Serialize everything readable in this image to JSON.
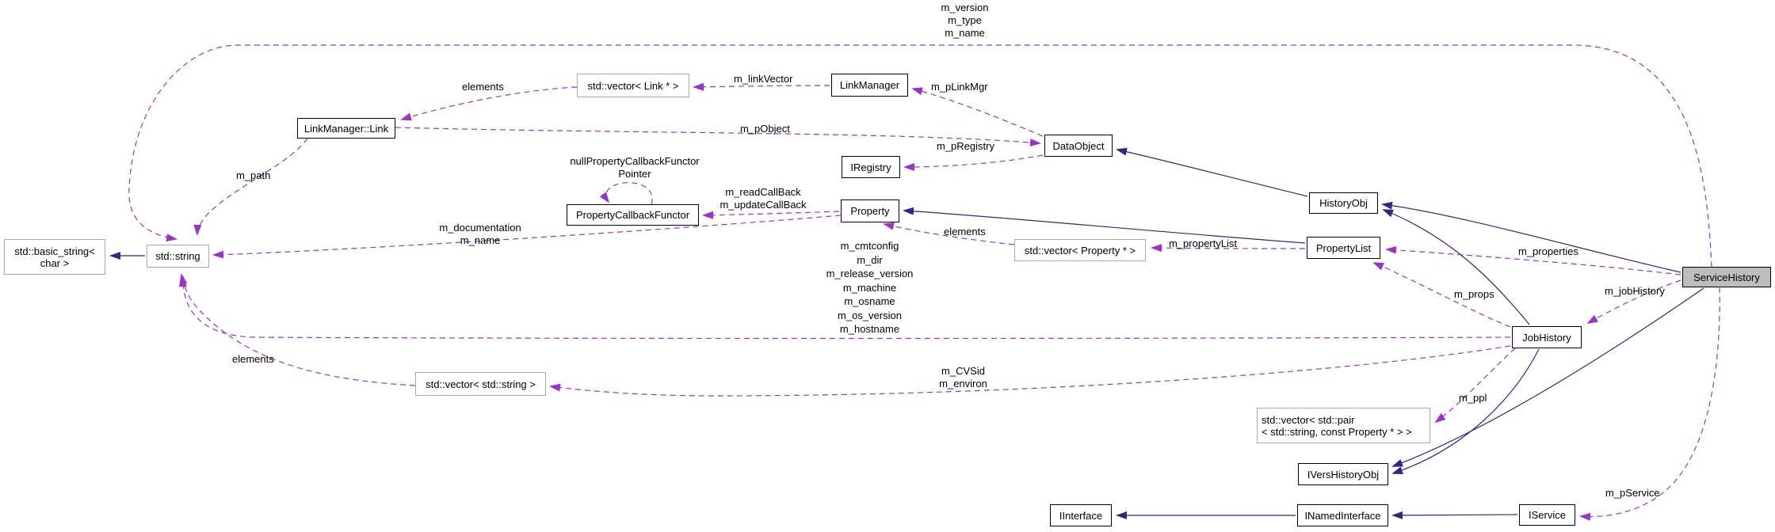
{
  "diagram": {
    "type": "doxygen-collaboration-graph",
    "focus": "ServiceHistory",
    "colors": {
      "usage_edge": "#9a32cd",
      "inheritance_edge": "#2a2a84",
      "focus_fill": "#bdbdbd",
      "template_border": "#a9a9a9",
      "node_border": "#000000"
    },
    "nodes": {
      "basic_string": {
        "lines": [
          "std::basic_string<",
          "char >"
        ]
      },
      "string": {
        "label": "std::string"
      },
      "link": {
        "label": "LinkManager::Link"
      },
      "vector_link": {
        "label": "std::vector< Link * >"
      },
      "linkmanager": {
        "label": "LinkManager"
      },
      "dataobject": {
        "label": "DataObject"
      },
      "iregistry": {
        "label": "IRegistry"
      },
      "property": {
        "label": "Property"
      },
      "callback_functor": {
        "label": "PropertyCallbackFunctor"
      },
      "vector_property": {
        "label": "std::vector< Property * >"
      },
      "historyobj": {
        "label": "HistoryObj"
      },
      "propertylist": {
        "label": "PropertyList"
      },
      "servicehistory": {
        "label": "ServiceHistory"
      },
      "jobhistory": {
        "label": "JobHistory"
      },
      "vector_string": {
        "label": "std::vector< std::string >"
      },
      "vector_pair": {
        "lines": [
          "std::vector< std::pair",
          "< std::string, const Property * > >"
        ]
      },
      "ivershistoryobj": {
        "label": "IVersHistoryObj"
      },
      "iinterface": {
        "label": "IInterface"
      },
      "inamedinterface": {
        "label": "INamedInterface"
      },
      "iservice": {
        "label": "IService"
      }
    },
    "edge_labels": {
      "service_string_fields": [
        "m_version",
        "m_type",
        "m_name"
      ],
      "elements_link": "elements",
      "m_linkVector": "m_linkVector",
      "m_pLinkMgr": "m_pLinkMgr",
      "m_pObject": "m_pObject",
      "m_pRegistry": "m_pRegistry",
      "null_functor_pointer": [
        "nullPropertyCallbackFunctor",
        "Pointer"
      ],
      "callbacks": [
        "m_readCallBack",
        "m_updateCallBack"
      ],
      "doc_name": [
        "m_documentation",
        "m_name"
      ],
      "elements_property": "elements",
      "m_propertyList": "m_propertyList",
      "m_properties": "m_properties",
      "job_string_fields": [
        "m_cmtconfig",
        "m_dir",
        "m_release_version",
        "m_machine",
        "m_osname",
        "m_os_version",
        "m_hostname"
      ],
      "cvs_environ": [
        "m_CVSid",
        "m_environ"
      ],
      "elements_string": "elements",
      "m_path": "m_path",
      "m_props": "m_props",
      "m_jobHistory": "m_jobHistory",
      "m_ppl": "m_ppl",
      "m_pService": "m_pService"
    }
  }
}
